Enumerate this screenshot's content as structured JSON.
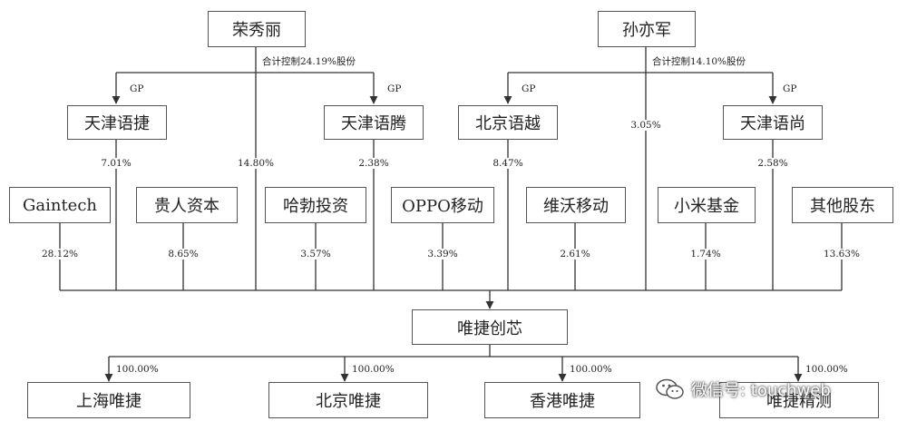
{
  "nodes": {
    "rong_xiuli": "荣秀丽",
    "sun_yijun": "孙亦军",
    "tianjin_yujie": "天津语捷",
    "tianjin_yuteng": "天津语腾",
    "beijing_yuyue": "北京语越",
    "tianjin_yushang": "天津语尚",
    "gaintech": "Gaintech",
    "guiren_capital": "贵人资本",
    "habo_investment": "哈勃投资",
    "oppo_mobile": "OPPO移动",
    "weiwo_mobile": "维沃移动",
    "xiaomi_fund": "小米基金",
    "other_shareholders": "其他股东",
    "weijie_chuangxin": "唯捷创芯",
    "shanghai_weijie": "上海唯捷",
    "beijing_weijie": "北京唯捷",
    "hongkong_weijie": "香港唯捷",
    "weijie_jingce": "唯捷精测"
  },
  "notes": {
    "rong_control": "合计控制24.19%股份",
    "sun_control": "合计控制14.10%股份",
    "gp": "GP"
  },
  "percentages": {
    "tianjin_yujie": "7.01%",
    "rong_direct": "14.80%",
    "tianjin_yuteng": "2.38%",
    "beijing_yuyue": "8.47%",
    "sun_direct": "3.05%",
    "tianjin_yushang": "2.58%",
    "gaintech": "28.12%",
    "guiren_capital": "8.65%",
    "habo_investment": "3.57%",
    "oppo_mobile": "3.39%",
    "weiwo_mobile": "2.61%",
    "xiaomi_fund": "1.74%",
    "other_shareholders": "13.63%",
    "subsidiary": "100.00%"
  },
  "watermark": {
    "text": "微信号: touchweb",
    "icon": "wechat-icon"
  }
}
